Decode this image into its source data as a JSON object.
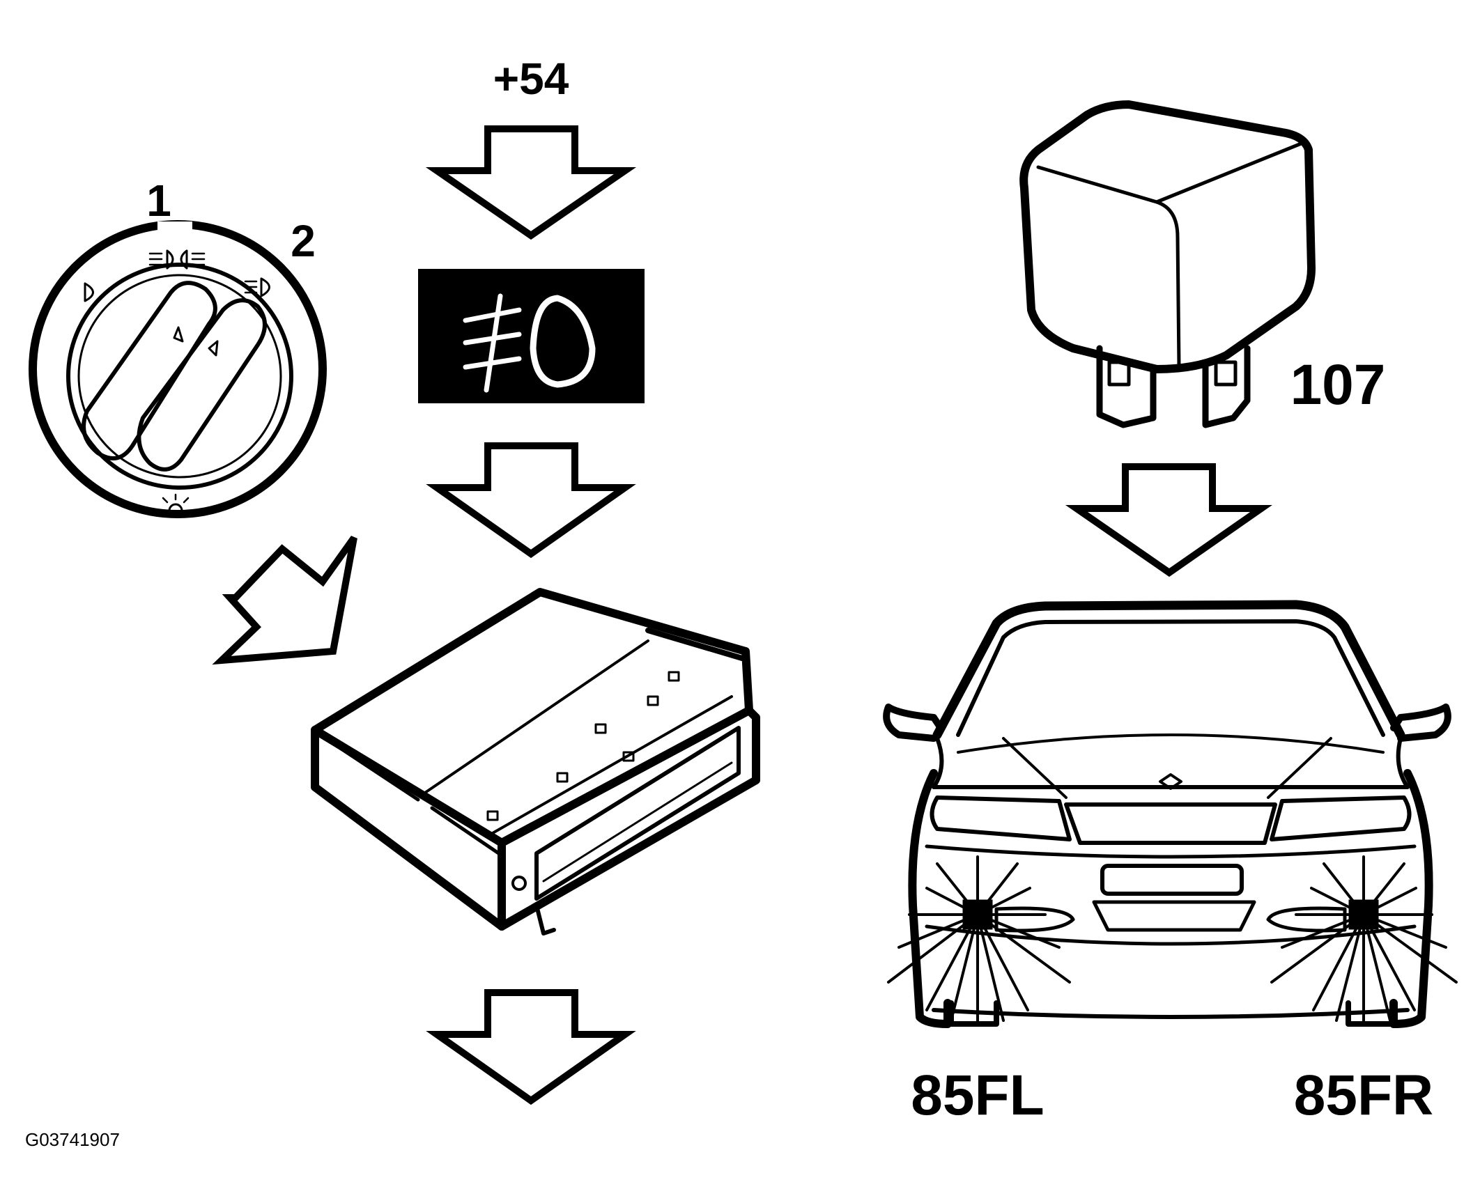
{
  "labels": {
    "switch_position_1": "1",
    "switch_position_2": "2",
    "input_signal": "+54",
    "relay_number": "107",
    "fog_light_left": "85FL",
    "fog_light_right": "85FR"
  },
  "figure_code": "G03741907",
  "icons": {
    "light_switch": "rotary-light-switch-icon",
    "fog_indicator": "front-fog-light-icon",
    "control_module": "control-module-icon",
    "relay": "relay-icon",
    "car": "car-front-icon"
  },
  "colors": {
    "ink": "#000000",
    "paper": "#ffffff"
  }
}
